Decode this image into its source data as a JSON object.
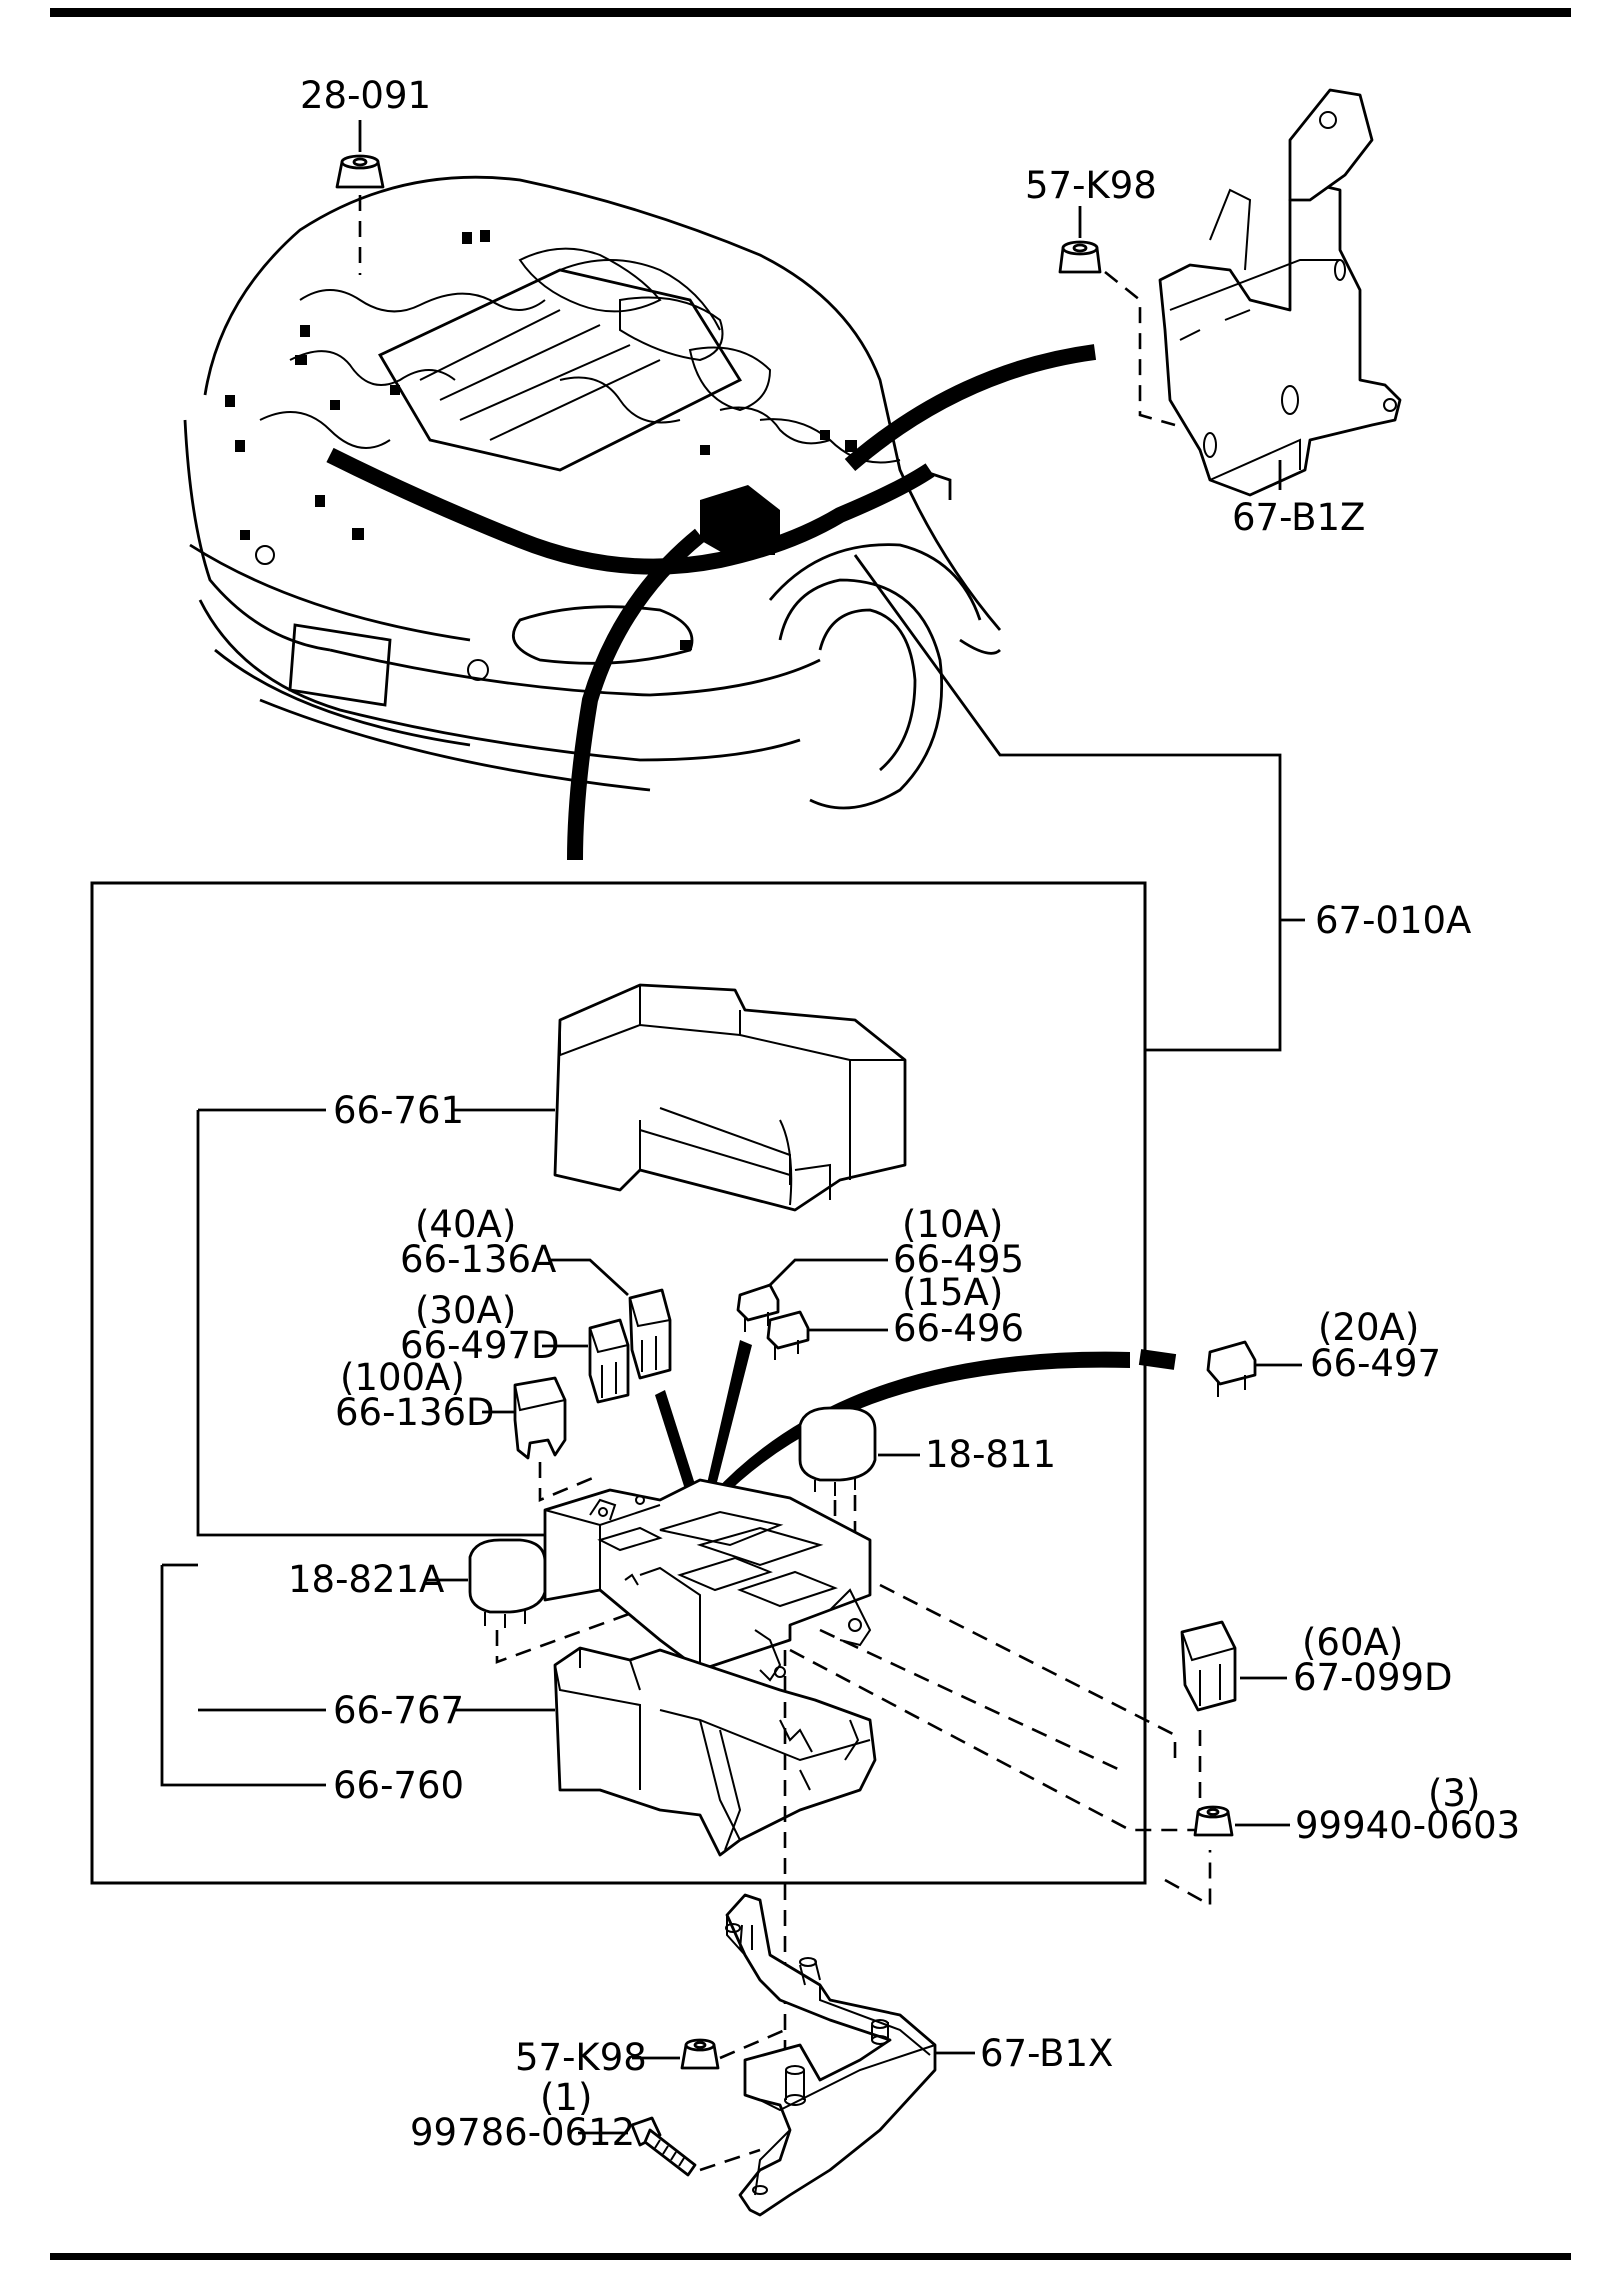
{
  "labels": {
    "p28_091": "28-091",
    "p57_k98_top": "57-K98",
    "p67_b1z": "67-B1Z",
    "p67_010a": "67-010A",
    "p66_761": "66-761",
    "p66_136a_rating": "(40A)",
    "p66_136a": "66-136A",
    "p66_497d_rating": "(30A)",
    "p66_497d": "66-497D",
    "p66_136d_rating": "(100A)",
    "p66_136d": "66-136D",
    "p66_495_rating": "(10A)",
    "p66_495": "66-495",
    "p66_496_rating": "(15A)",
    "p66_496": "66-496",
    "p66_497_rating": "(20A)",
    "p66_497": "66-497",
    "p18_811": "18-811",
    "p18_821a": "18-821A",
    "p67_099d_rating": "(60A)",
    "p67_099d": "67-099D",
    "p66_767": "66-767",
    "p66_760": "66-760",
    "p99940_qty": "(3)",
    "p99940_0603": "99940-0603",
    "p57_k98_bottom": "57-K98",
    "p67_b1x": "67-B1X",
    "p99786_qty": "(1)",
    "p99786_0612": "99786-0612"
  }
}
